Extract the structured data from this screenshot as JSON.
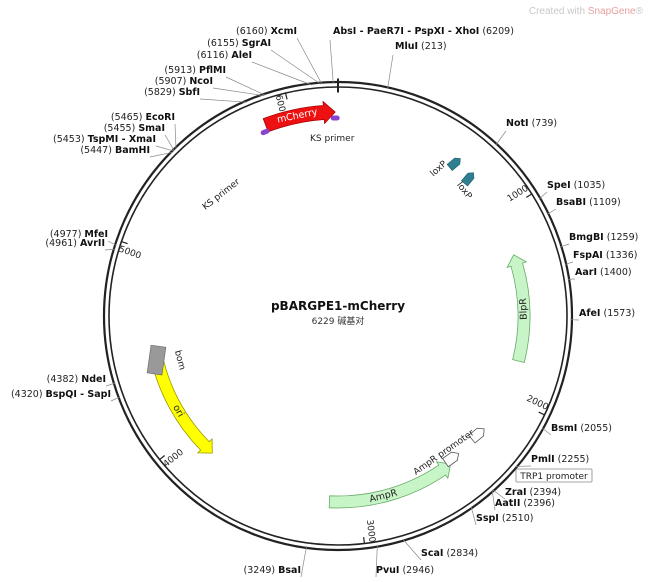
{
  "watermark": {
    "prefix": "Created with ",
    "brand": "SnapGene",
    "reg": "®"
  },
  "plasmid": {
    "name": "pBARGPE1-mCherry",
    "length_label": "6229 碱基对",
    "total_bp": 6229
  },
  "ticks": [
    "1000",
    "2000",
    "3000",
    "4000",
    "5000",
    "6000"
  ],
  "features": [
    {
      "id": "mcherry",
      "label": "mCherry",
      "start": 5870,
      "end": 6215,
      "color": "#ee1111"
    },
    {
      "id": "blpr",
      "label": "BlpR",
      "start": 1225,
      "end": 1800,
      "color": "#c8f5c8"
    },
    {
      "id": "ampr",
      "label": "AmpR",
      "start": 2470,
      "end": 3160,
      "color": "#c8f5c8"
    },
    {
      "id": "ori",
      "label": "ori",
      "start": 3850,
      "end": 4440,
      "color": "#ffff00"
    },
    {
      "id": "ks-primer-1",
      "label": "KS primer",
      "start": 6205,
      "end": 6225,
      "color": "#8844cc"
    },
    {
      "id": "ks-primer-2",
      "label": "KS primer",
      "start": 5845,
      "end": 5865,
      "color": "#8844cc"
    },
    {
      "id": "loxp-1",
      "label": "loxP",
      "color": "#2f7f8f"
    },
    {
      "id": "loxp-2",
      "label": "loxP",
      "color": "#2f7f8f"
    },
    {
      "id": "ampr-promoter",
      "label": "AmpR promoter"
    },
    {
      "id": "trp1-promoter",
      "label": "TRP1 promoter"
    },
    {
      "id": "bom",
      "label": "bom",
      "color": "#999999"
    }
  ],
  "sites": [
    {
      "name": "AbsI - PaeR7I - PspXI - XhoI",
      "pos": "(6209)"
    },
    {
      "name": "MluI",
      "pos": "(213)"
    },
    {
      "name": "NotI",
      "pos": "(739)"
    },
    {
      "name": "SpeI",
      "pos": "(1035)"
    },
    {
      "name": "BsaBI",
      "pos": "(1109)"
    },
    {
      "name": "BmgBI",
      "pos": "(1259)"
    },
    {
      "name": "FspAI",
      "pos": "(1336)"
    },
    {
      "name": "AarI",
      "pos": "(1400)"
    },
    {
      "name": "AfeI",
      "pos": "(1573)"
    },
    {
      "name": "BsmI",
      "pos": "(2055)"
    },
    {
      "name": "PmlI",
      "pos": "(2255)"
    },
    {
      "name": "ZraI",
      "pos": "(2394)"
    },
    {
      "name": "AatII",
      "pos": "(2396)"
    },
    {
      "name": "SspI",
      "pos": "(2510)"
    },
    {
      "name": "ScaI",
      "pos": "(2834)"
    },
    {
      "name": "PvuI",
      "pos": "(2946)"
    },
    {
      "name": "BsaI",
      "pos": "(3249)"
    },
    {
      "name": "BspQI - SapI",
      "pos": "(4320)"
    },
    {
      "name": "NdeI",
      "pos": "(4382)"
    },
    {
      "name": "AvrII",
      "pos": "(4961)"
    },
    {
      "name": "MfeI",
      "pos": "(4977)"
    },
    {
      "name": "BamHI",
      "pos": "(5447)"
    },
    {
      "name": "TspMI - XmaI",
      "pos": "(5453)"
    },
    {
      "name": "SmaI",
      "pos": "(5455)"
    },
    {
      "name": "EcoRI",
      "pos": "(5465)"
    },
    {
      "name": "SbfI",
      "pos": "(5829)"
    },
    {
      "name": "NcoI",
      "pos": "(5907)"
    },
    {
      "name": "PflMI",
      "pos": "(5913)"
    },
    {
      "name": "AleI",
      "pos": "(6116)"
    },
    {
      "name": "SgrAI",
      "pos": "(6155)"
    },
    {
      "name": "XcmI",
      "pos": "(6160)"
    }
  ]
}
